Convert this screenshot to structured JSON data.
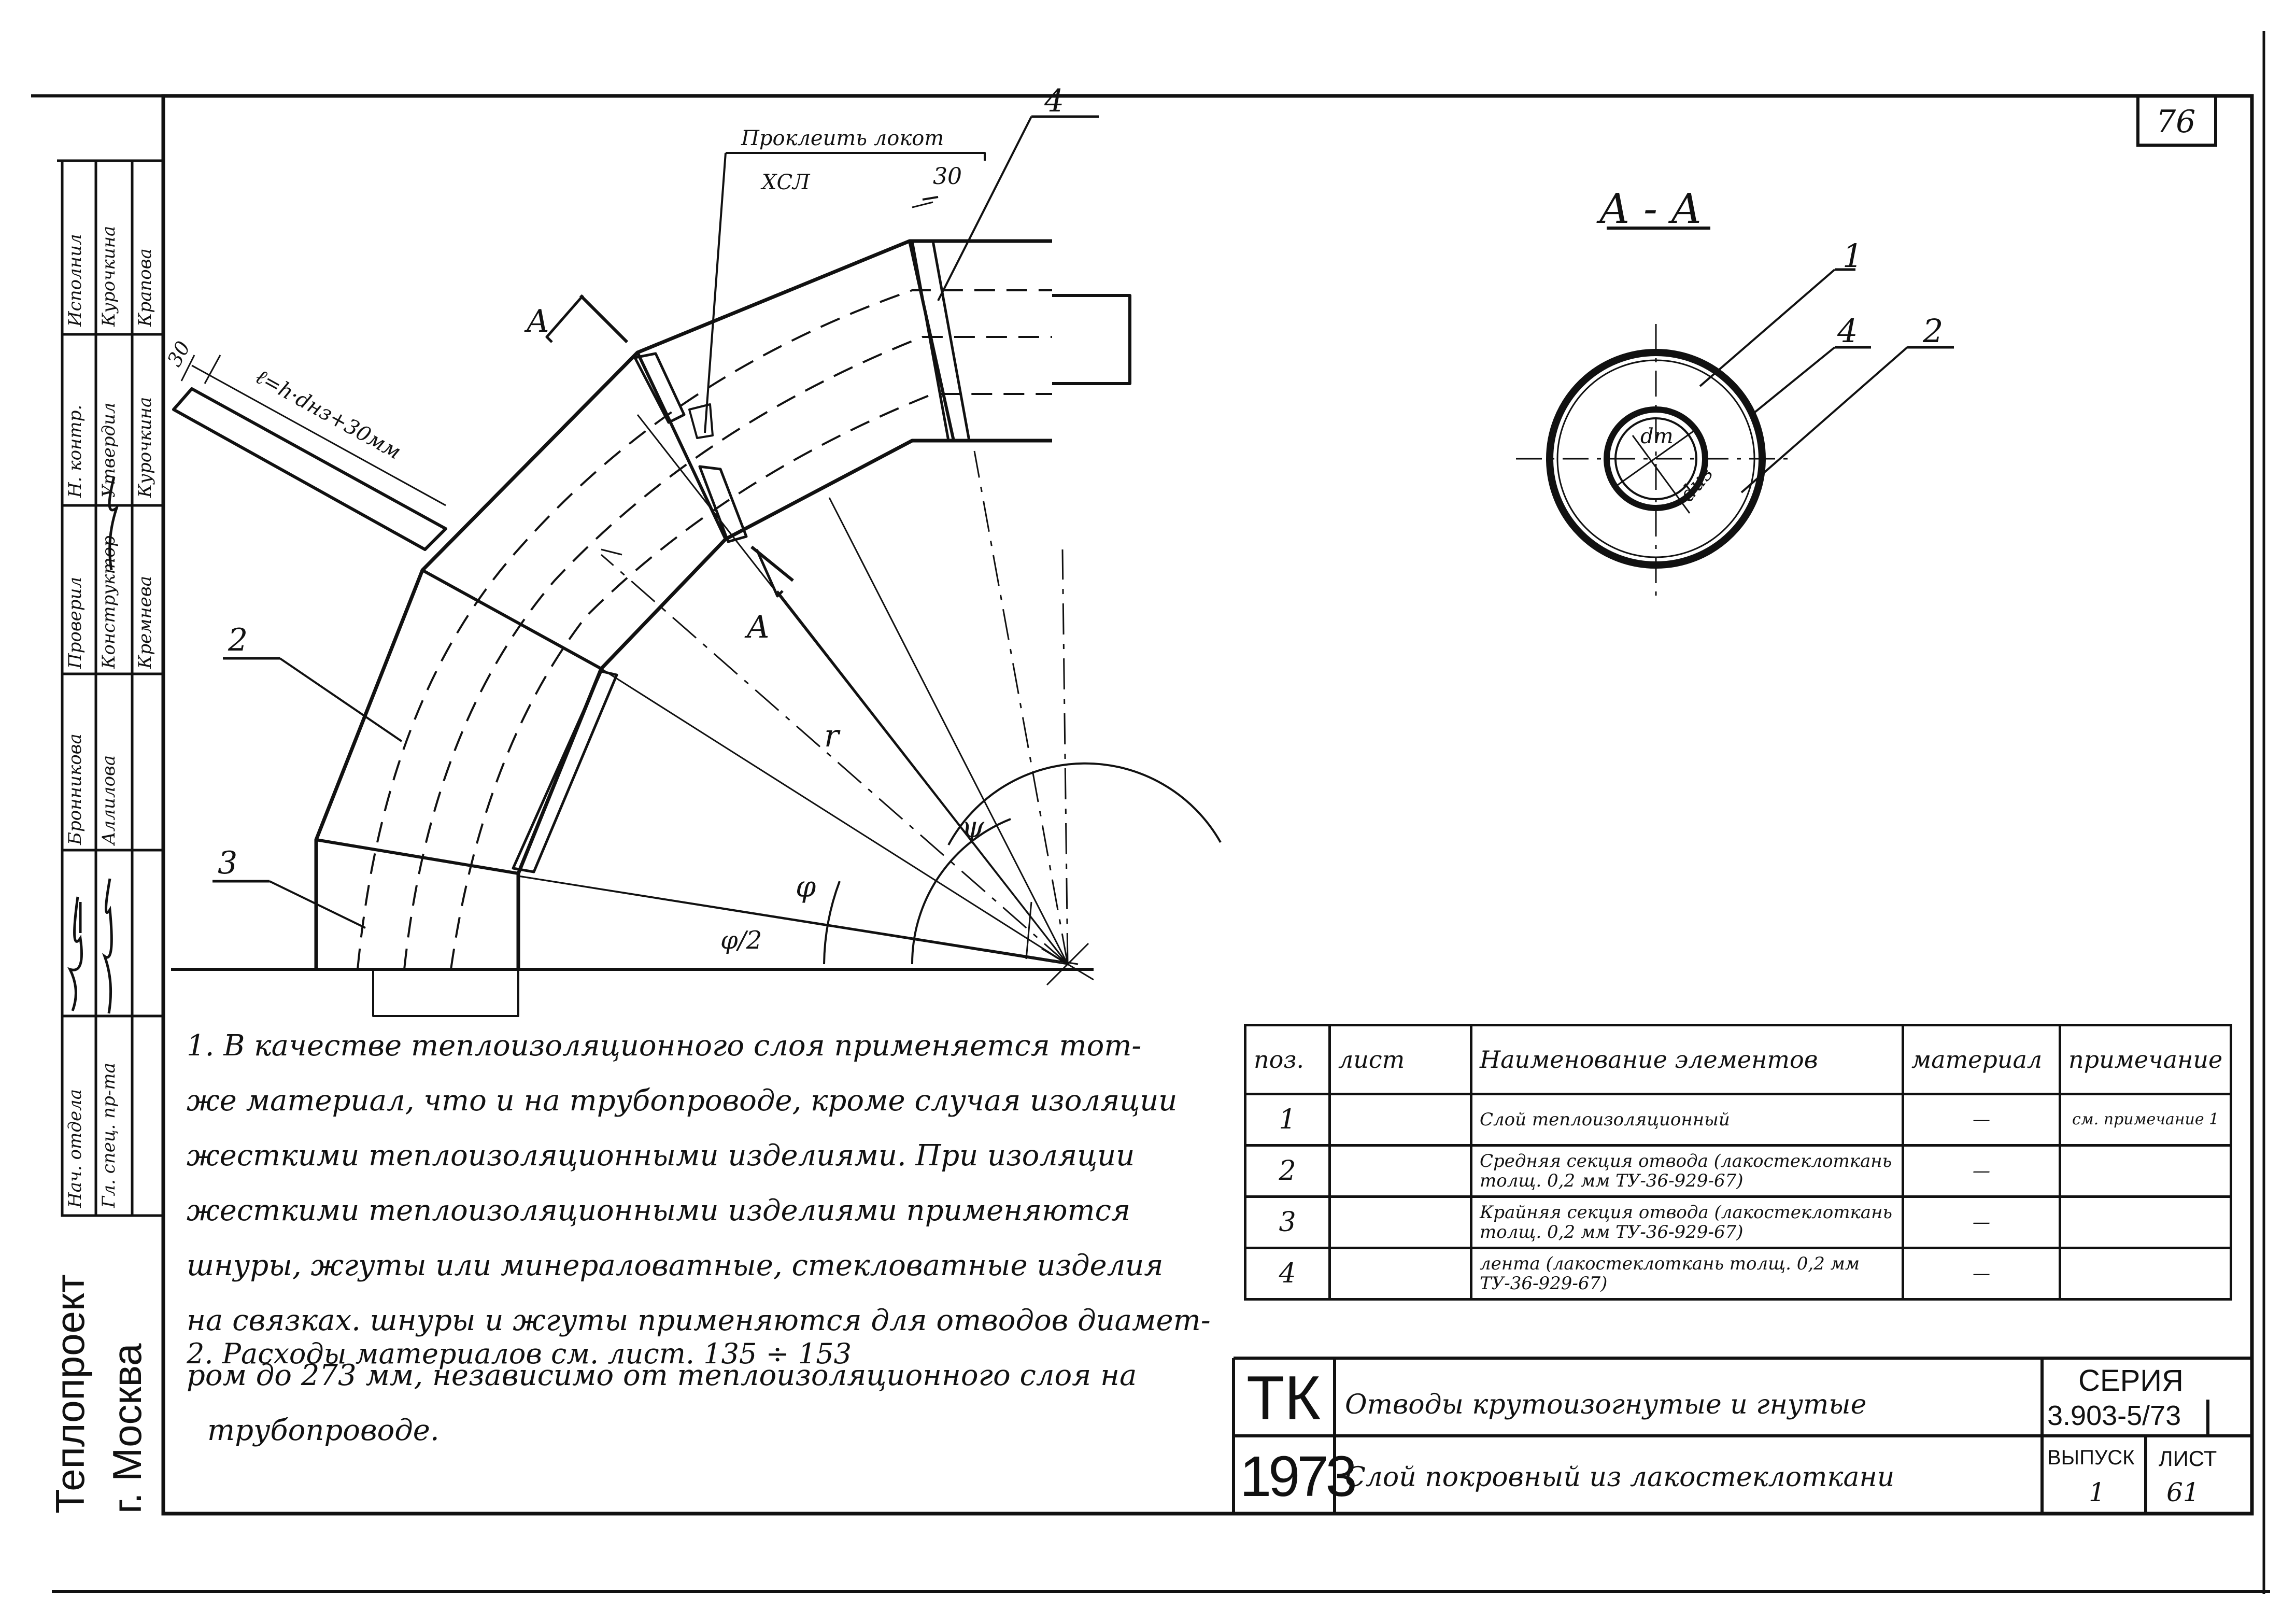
{
  "sheet": {
    "corner_number": "76"
  },
  "drawing": {
    "callout_top": "Проклеить локот",
    "callout_sub": "ХСЛ",
    "dim_30_top": "30",
    "dim_30_left": "30",
    "dim_len": "ℓ=h·dнз+30мм",
    "pos_4": "4",
    "pos_2": "2",
    "pos_3": "3",
    "section_mark_a": "А",
    "radius_r": "r",
    "angle_phi": "φ",
    "angle_half": "φ/2",
    "angle_psi": "ψ"
  },
  "section": {
    "title": "А - А",
    "pos_1": "1",
    "pos_4": "4",
    "pos_2": "2",
    "d_inner": "dт",
    "d_outer": "dиз"
  },
  "notes": {
    "note1": [
      "1. В качестве теплоизоляционного слоя применяется тот-",
      "же материал, что и на трубопроводе, кроме случая изоляции",
      "жесткими теплоизоляционными изделиями. При изоляции",
      "жесткими теплоизоляционными изделиями применяются",
      "шнуры, жгуты или минераловатные, стекловатные изделия",
      "на связках. шнуры и жгуты применяются для отводов диамет-",
      "ром до 273 мм, независимо от теплоизоляционного слоя на",
      "трубопроводе."
    ],
    "note2": "2. Расходы материалов см. лист. 135 ÷ 153"
  },
  "spec_table": {
    "headers": [
      "поз.",
      "лист",
      "Наименование элементов",
      "материал",
      "примечание"
    ],
    "rows": [
      {
        "pos": "1",
        "sheet": "",
        "name": "Слой теплоизоляционный",
        "material": "—",
        "note": "см. примечание 1"
      },
      {
        "pos": "2",
        "sheet": "",
        "name": "Средняя секция отвода (лакостеклоткань толщ. 0,2 мм ТУ-36-929-67)",
        "material": "—",
        "note": ""
      },
      {
        "pos": "3",
        "sheet": "",
        "name": "Крайняя секция отвода (лакостеклоткань толщ. 0,2 мм ТУ-36-929-67)",
        "material": "—",
        "note": ""
      },
      {
        "pos": "4",
        "sheet": "",
        "name": "лента (лакостеклоткань толщ. 0,2 мм ТУ-36-929-67)",
        "material": "—",
        "note": ""
      }
    ]
  },
  "title_block": {
    "code": "ТК",
    "year": "1973",
    "title1": "Отводы крутоизогнутые и гнутые",
    "title2": "Слой покровный из лакостеклоткани",
    "series_label": "СЕРИЯ",
    "series": "3.903-5/73",
    "issue_label": "ВЫПУСК",
    "issue": "1",
    "sheet_label": "ЛИСТ",
    "sheet": "61"
  },
  "left_stamp": {
    "org_line1": "Теплопроект",
    "org_line2": "г. Москва",
    "roles": [
      "Нач. отдела",
      "Гл. спец. пр-та",
      "Исполнил",
      "Проверил",
      "Конструктор",
      "Н. контр.",
      "Утвердил"
    ],
    "names": [
      "Бронникова",
      "Аллилова",
      "Курочкина",
      "Кремнева",
      "Курочкина",
      "Крапова"
    ]
  }
}
